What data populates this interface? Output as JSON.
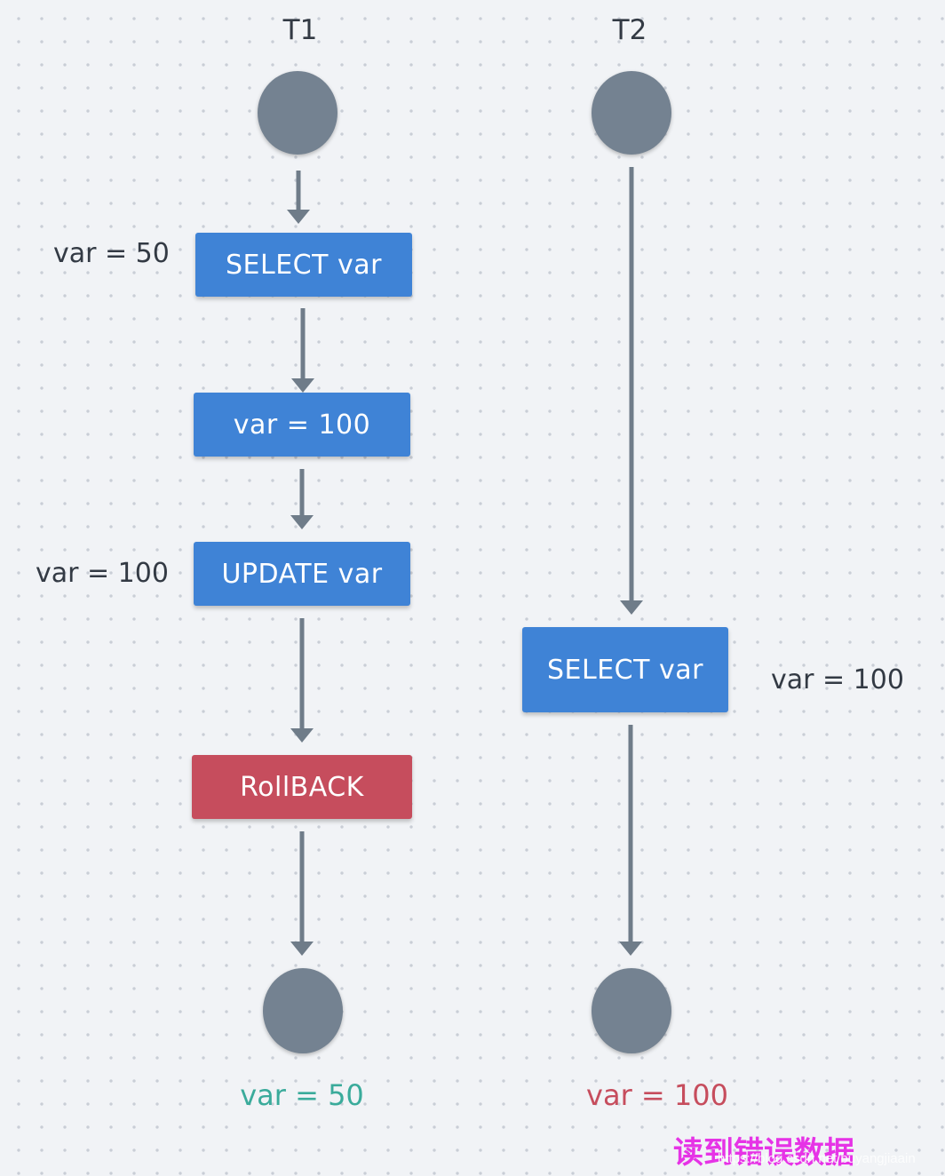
{
  "columns": {
    "t1": {
      "title": "T1"
    },
    "t2": {
      "title": "T2"
    }
  },
  "t1_steps": {
    "select": {
      "label": "SELECT var",
      "side_label": "var = 50"
    },
    "assign": {
      "label": "var = 100"
    },
    "update": {
      "label": "UPDATE var",
      "side_label": "var = 100"
    },
    "rollback": {
      "label": "RollBACK"
    }
  },
  "t2_steps": {
    "select": {
      "label": "SELECT var",
      "side_label": "var = 100"
    }
  },
  "results": {
    "t1": "var = 50",
    "t2": "var = 100"
  },
  "note": "读到错误数据",
  "watermark": "https://blog.csdn.net/buyangjiaain",
  "colors": {
    "node": "#748291",
    "box_blue": "#3f83d6",
    "box_red": "#c64d5d",
    "arrow": "#6f7c89",
    "result_ok": "#3aab9b",
    "result_bad": "#c64d5d",
    "note": "#e633e6"
  }
}
